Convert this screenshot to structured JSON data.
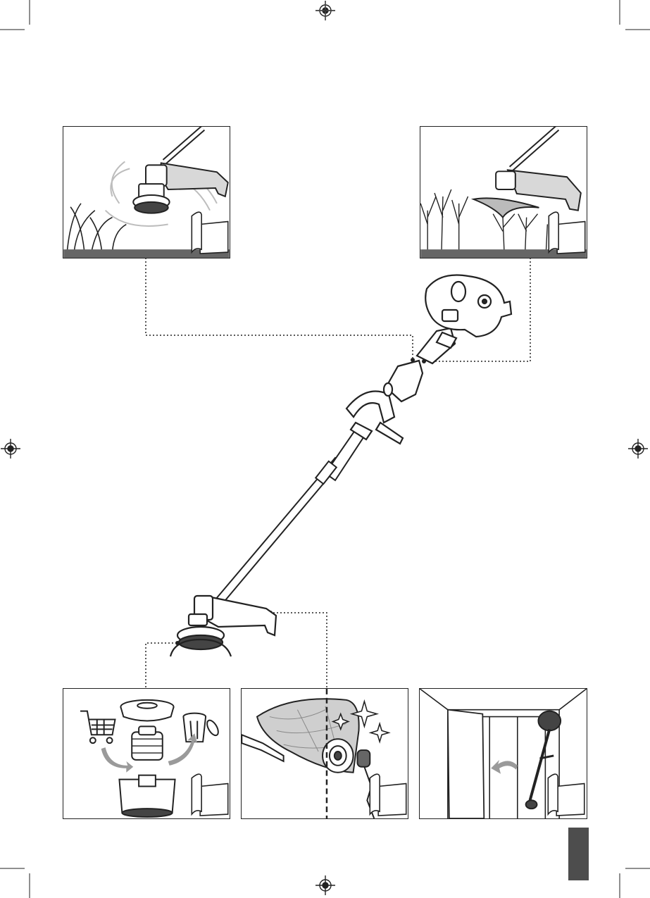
{
  "page": {
    "panels": [
      {
        "id": "line-trimming",
        "icon": "grass-trimming-icon"
      },
      {
        "id": "brush-cutting",
        "icon": "brush-cutting-icon"
      },
      {
        "id": "spool-replacement",
        "icon": "spool-recycle-icon"
      },
      {
        "id": "cleaning",
        "icon": "guard-cleaning-icon"
      },
      {
        "id": "storage",
        "icon": "cabinet-storage-icon"
      }
    ],
    "colors": {
      "line": "#222222",
      "tab": "#4d4d4d",
      "shade": "#c8c8c8"
    },
    "language_tab": ""
  }
}
